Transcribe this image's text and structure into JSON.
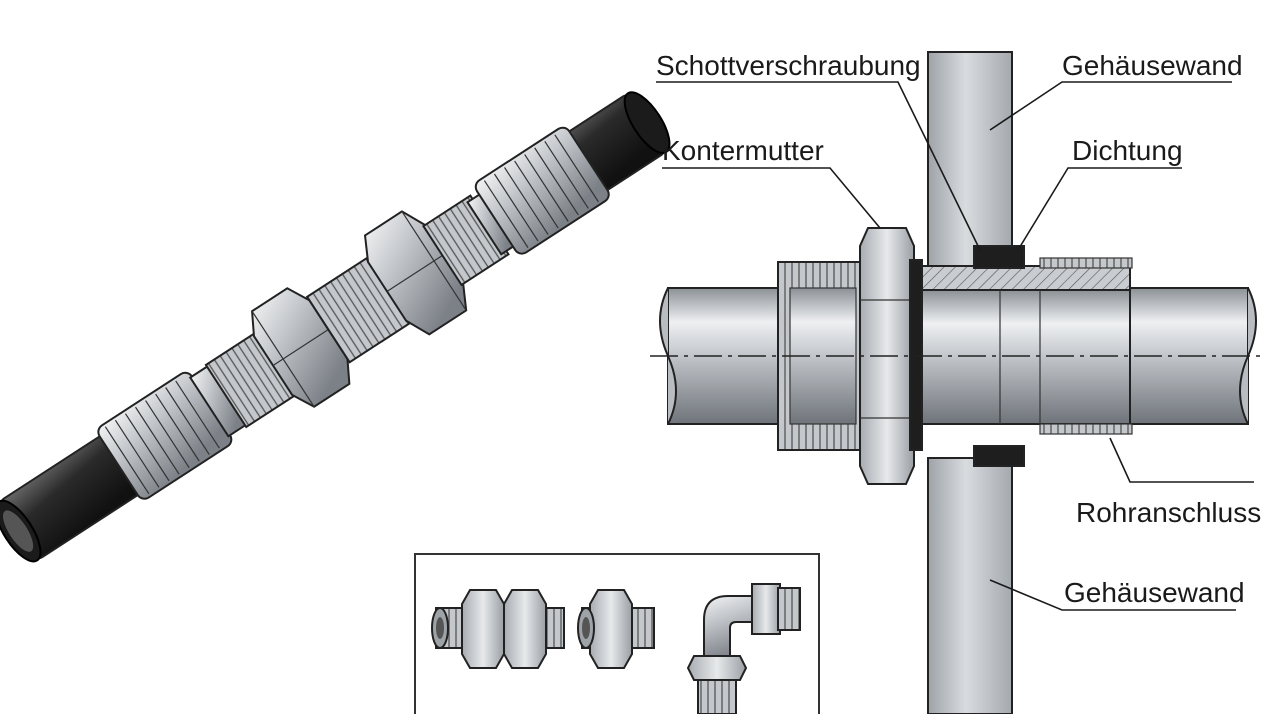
{
  "labels": {
    "schottverschraubung": "Schottverschraubung",
    "gehaeusewand_top": "Gehäusewand",
    "kontermutter": "Kontermutter",
    "dichtung": "Dichtung",
    "rohranschluss": "Rohranschluss",
    "gehaeusewand_bottom": "Gehäusewand"
  },
  "colors": {
    "metal_light": "#e2e4e6",
    "metal_mid": "#bfc3c7",
    "metal_dark": "#8d9297",
    "pipe_black": "#2b2b2b",
    "seal_black": "#1e1e1e",
    "outline": "#222222"
  }
}
